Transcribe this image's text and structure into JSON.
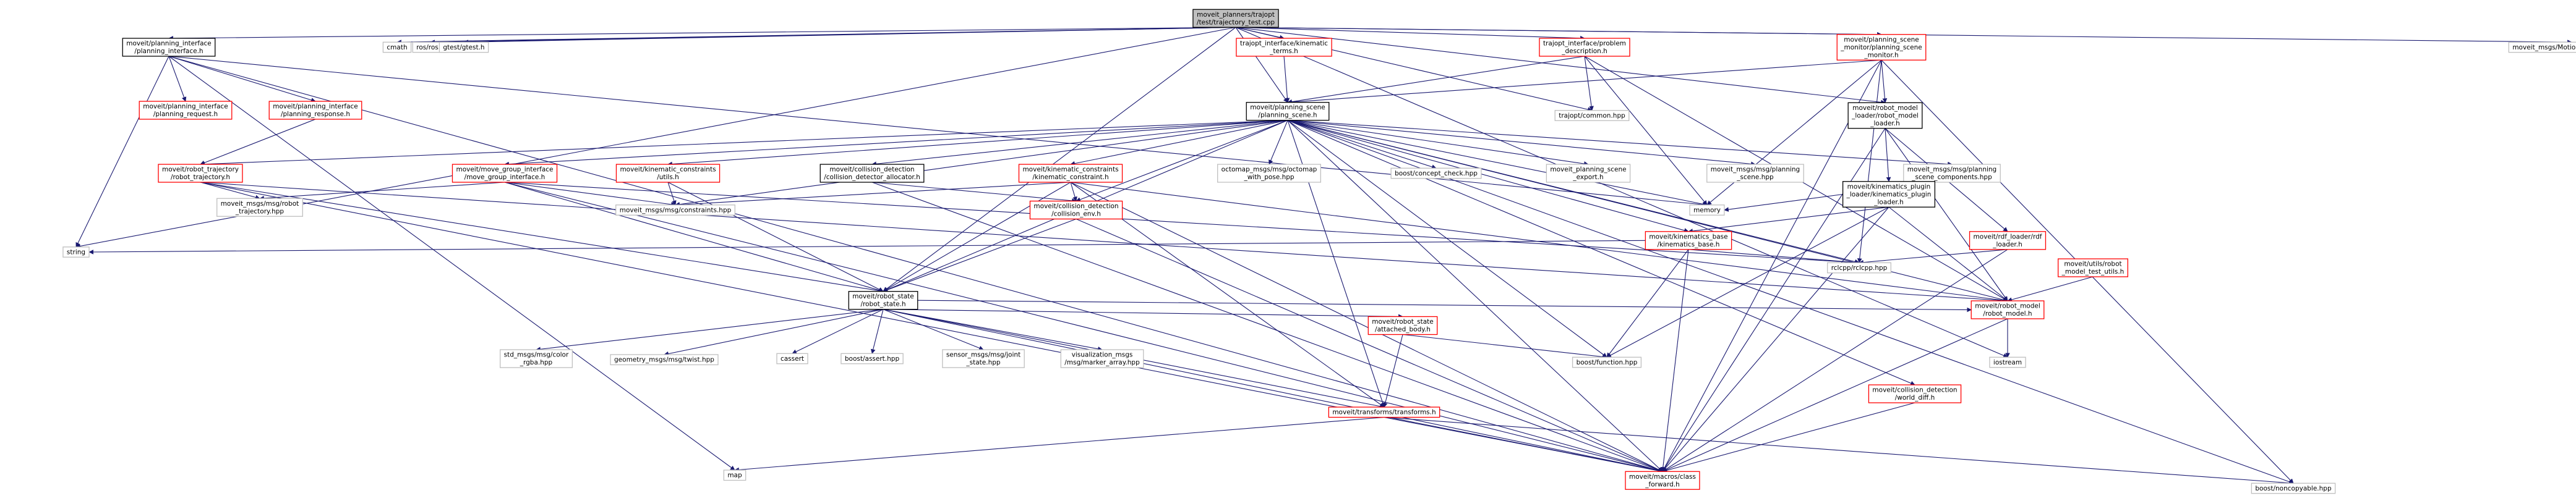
{
  "title": "moveit_planners/trajopt/test/trajectory_test.cpp",
  "colors": {
    "root_fill": "#bfbfbf",
    "documented_border": "#000000",
    "missing_border": "#ff0000",
    "external_border": "#bfbfbf",
    "edge": "#191970",
    "node_fill": "#ffffff"
  },
  "nodes": [
    {
      "id": "root",
      "kind": "root",
      "lines": [
        "moveit_planners/trajopt",
        "/test/trajectory_test.cpp"
      ]
    },
    {
      "id": "pif",
      "kind": "documented",
      "lines": [
        "moveit/planning_interface",
        "/planning_interface.h"
      ]
    },
    {
      "id": "cmath",
      "kind": "external",
      "lines": [
        "cmath"
      ]
    },
    {
      "id": "rosh",
      "kind": "external",
      "lines": [
        "ros/ros.h"
      ]
    },
    {
      "id": "gtest",
      "kind": "external",
      "lines": [
        "gtest/gtest.h"
      ]
    },
    {
      "id": "tikterms",
      "kind": "missing",
      "lines": [
        "trajopt_interface/kinematic",
        "_terms.h"
      ]
    },
    {
      "id": "tiprob",
      "kind": "missing",
      "lines": [
        "trajopt_interface/problem",
        "_description.h"
      ]
    },
    {
      "id": "psm",
      "kind": "missing",
      "lines": [
        "moveit/planning_scene",
        "_monitor/planning_scene",
        "_monitor.h"
      ]
    },
    {
      "id": "motionplan",
      "kind": "external",
      "lines": [
        "moveit_msgs/MotionPlanResponse.h"
      ]
    },
    {
      "id": "preq",
      "kind": "missing",
      "lines": [
        "moveit/planning_interface",
        "/planning_request.h"
      ]
    },
    {
      "id": "presp",
      "kind": "missing",
      "lines": [
        "moveit/planning_interface",
        "/planning_response.h"
      ]
    },
    {
      "id": "ps",
      "kind": "documented",
      "lines": [
        "moveit/planning_scene",
        "/planning_scene.h"
      ]
    },
    {
      "id": "tcommon",
      "kind": "external",
      "lines": [
        "trajopt/common.hpp"
      ]
    },
    {
      "id": "rml",
      "kind": "documented",
      "lines": [
        "moveit/robot_model",
        "_loader/robot_model",
        "_loader.h"
      ]
    },
    {
      "id": "rt",
      "kind": "missing",
      "lines": [
        "moveit/robot_trajectory",
        "/robot_trajectory.h"
      ]
    },
    {
      "id": "mgi",
      "kind": "missing",
      "lines": [
        "moveit/move_group_interface",
        "/move_group_interface.h"
      ]
    },
    {
      "id": "kcutils",
      "kind": "missing",
      "lines": [
        "moveit/kinematic_constraints",
        "/utils.h"
      ]
    },
    {
      "id": "cda",
      "kind": "documented",
      "lines": [
        "moveit/collision_detection",
        "/collision_detector_allocator.h"
      ]
    },
    {
      "id": "kc",
      "kind": "missing",
      "lines": [
        "moveit/kinematic_constraints",
        "/kinematic_constraint.h"
      ]
    },
    {
      "id": "octomap",
      "kind": "external",
      "lines": [
        "octomap_msgs/msg/octomap",
        "_with_pose.hpp"
      ]
    },
    {
      "id": "boostcc",
      "kind": "external",
      "lines": [
        "boost/concept_check.hpp"
      ]
    },
    {
      "id": "psexport",
      "kind": "external",
      "lines": [
        "moveit_planning_scene",
        "_export.h"
      ]
    },
    {
      "id": "mmps",
      "kind": "external",
      "lines": [
        "moveit_msgs/msg/planning",
        "_scene.hpp"
      ]
    },
    {
      "id": "mmpsc",
      "kind": "external",
      "lines": [
        "moveit_msgs/msg/planning",
        "_scene_components.hpp"
      ]
    },
    {
      "id": "kpl",
      "kind": "documented",
      "lines": [
        "moveit/kinematics_plugin",
        "_loader/kinematics_plugin",
        "_loader.h"
      ]
    },
    {
      "id": "mmrt",
      "kind": "external",
      "lines": [
        "moveit_msgs/msg/robot",
        "_trajectory.hpp"
      ]
    },
    {
      "id": "mmcons",
      "kind": "external",
      "lines": [
        "moveit_msgs/msg/constraints.hpp"
      ]
    },
    {
      "id": "ce",
      "kind": "missing",
      "lines": [
        "moveit/collision_detection",
        "/collision_env.h"
      ]
    },
    {
      "id": "memory",
      "kind": "external",
      "lines": [
        "memory"
      ]
    },
    {
      "id": "kb",
      "kind": "missing",
      "lines": [
        "moveit/kinematics_base",
        "/kinematics_base.h"
      ]
    },
    {
      "id": "srdf",
      "kind": "missing",
      "lines": [
        "moveit/rdf_loader/rdf",
        "_loader.h"
      ]
    },
    {
      "id": "string",
      "kind": "external",
      "lines": [
        "string"
      ]
    },
    {
      "id": "rclcpp",
      "kind": "external",
      "lines": [
        "rclcpp/rclcpp.hpp"
      ]
    },
    {
      "id": "rmtu",
      "kind": "missing",
      "lines": [
        "moveit/utils/robot",
        "_model_test_utils.h"
      ]
    },
    {
      "id": "rs",
      "kind": "documented",
      "lines": [
        "moveit/robot_state",
        "/robot_state.h"
      ]
    },
    {
      "id": "rm",
      "kind": "missing",
      "lines": [
        "moveit/robot_model",
        "/robot_model.h"
      ]
    },
    {
      "id": "stdcolor",
      "kind": "external",
      "lines": [
        "std_msgs/msg/color",
        "_rgba.hpp"
      ]
    },
    {
      "id": "twist",
      "kind": "external",
      "lines": [
        "geometry_msgs/msg/twist.hpp"
      ]
    },
    {
      "id": "cassert",
      "kind": "external",
      "lines": [
        "cassert"
      ]
    },
    {
      "id": "bassert",
      "kind": "external",
      "lines": [
        "boost/assert.hpp"
      ]
    },
    {
      "id": "jointstate",
      "kind": "external",
      "lines": [
        "sensor_msgs/msg/joint",
        "_state.hpp"
      ]
    },
    {
      "id": "markerarr",
      "kind": "external",
      "lines": [
        "visualization_msgs",
        "/msg/marker_array.hpp"
      ]
    },
    {
      "id": "ab",
      "kind": "missing",
      "lines": [
        "moveit/robot_state",
        "/attached_body.h"
      ]
    },
    {
      "id": "wd",
      "kind": "missing",
      "lines": [
        "moveit/collision_detection",
        "/world_diff.h"
      ]
    },
    {
      "id": "iostream",
      "kind": "external",
      "lines": [
        "iostream"
      ]
    },
    {
      "id": "tf",
      "kind": "missing",
      "lines": [
        "moveit/transforms/transforms.h"
      ]
    },
    {
      "id": "bfunc",
      "kind": "external",
      "lines": [
        "boost/function.hpp"
      ]
    },
    {
      "id": "map",
      "kind": "external",
      "lines": [
        "map"
      ]
    },
    {
      "id": "cf",
      "kind": "missing",
      "lines": [
        "moveit/macros/class",
        "_forward.h"
      ]
    },
    {
      "id": "noncopy",
      "kind": "external",
      "lines": [
        "boost/noncopyable.hpp"
      ]
    }
  ]
}
